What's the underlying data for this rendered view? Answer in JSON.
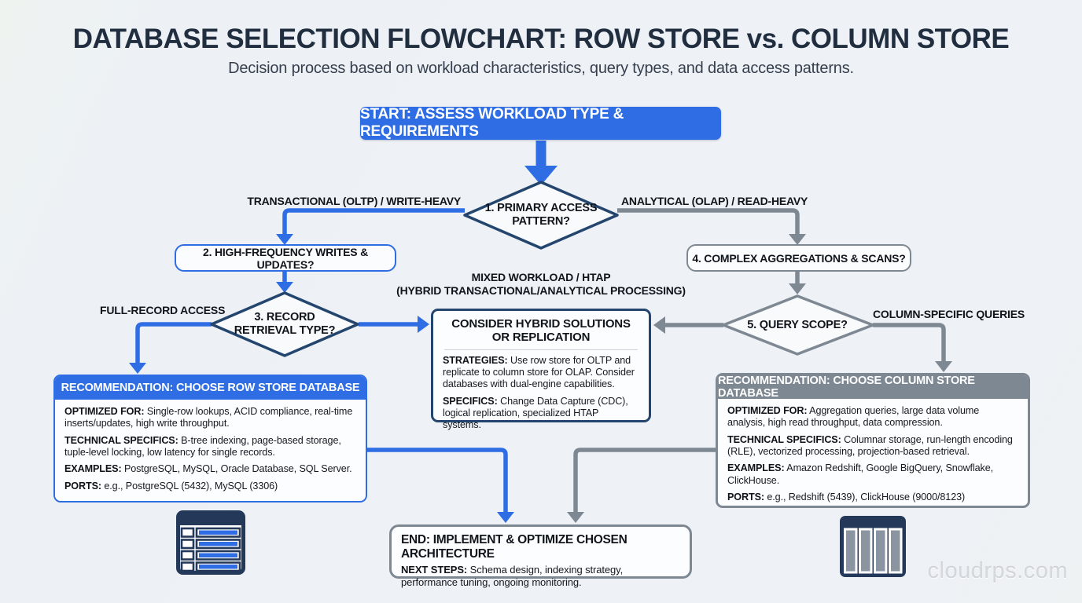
{
  "page": {
    "title": "DATABASE SELECTION FLOWCHART: ROW STORE vs. COLUMN STORE",
    "subtitle": "Decision process based on workload characteristics, query types, and data access patterns.",
    "watermark": "cloudrps.com"
  },
  "colors": {
    "blue": "#2e6de4",
    "navy": "#24466e",
    "gray": "#7e8893",
    "background": "#edf1f5"
  },
  "icons": {
    "left": "row-store-table-icon",
    "right": "column-store-table-icon"
  },
  "nodes": {
    "start": {
      "label": "START: ASSESS WORKLOAD TYPE & REQUIREMENTS"
    },
    "d1": {
      "line1": "1. PRIMARY ACCESS",
      "line2": "PATTERN?"
    },
    "q2": {
      "label": "2. HIGH-FREQUENCY WRITES & UPDATES?"
    },
    "q4": {
      "label": "4. COMPLEX AGGREGATIONS & SCANS?"
    },
    "d3": {
      "line1": "3. RECORD",
      "line2": "RETRIEVAL TYPE?"
    },
    "d5": {
      "line1": "5. QUERY SCOPE?"
    },
    "hybrid": {
      "title_line1": "CONSIDER HYBRID SOLUTIONS",
      "title_line2": "OR REPLICATION",
      "items": [
        {
          "label": "STRATEGIES:",
          "text": " Use row store for OLTP and replicate to column store for OLAP. Consider databases with dual-engine capabilities."
        },
        {
          "label": "SPECIFICS:",
          "text": " Change Data Capture (CDC), logical replication, specialized HTAP systems."
        }
      ]
    },
    "row_store": {
      "header": "RECOMMENDATION: CHOOSE ROW STORE DATABASE",
      "items": [
        {
          "label": "OPTIMIZED FOR:",
          "text": " Single-row lookups, ACID compliance, real-time inserts/updates, high write throughput."
        },
        {
          "label": "TECHNICAL SPECIFICS:",
          "text": " B-tree indexing, page-based storage, tuple-level locking, low latency for single records."
        },
        {
          "label": "EXAMPLES:",
          "text": " PostgreSQL, MySQL, Oracle Database, SQL Server."
        },
        {
          "label": "PORTS:",
          "text": " e.g., PostgreSQL (5432), MySQL (3306)"
        }
      ]
    },
    "column_store": {
      "header": "RECOMMENDATION: CHOOSE COLUMN STORE DATABASE",
      "items": [
        {
          "label": "OPTIMIZED FOR:",
          "text": " Aggregation queries, large data volume analysis, high read throughput, data compression."
        },
        {
          "label": "TECHNICAL SPECIFICS:",
          "text": " Columnar storage, run-length encoding (RLE), vectorized processing, projection-based retrieval."
        },
        {
          "label": "EXAMPLES:",
          "text": " Amazon Redshift, Google BigQuery, Snowflake, ClickHouse."
        },
        {
          "label": "PORTS:",
          "text": " e.g., Redshift (5439), ClickHouse (9000/8123)"
        }
      ]
    },
    "end": {
      "title": "END: IMPLEMENT & OPTIMIZE CHOSEN ARCHITECTURE",
      "items": [
        {
          "label": "NEXT STEPS:",
          "text": " Schema design, indexing strategy, performance tuning, ongoing monitoring."
        }
      ]
    }
  },
  "edge_labels": {
    "oltp": "TRANSACTIONAL (OLTP) / WRITE-HEAVY",
    "olap": "ANALYTICAL (OLAP) / READ-HEAVY",
    "full_record": "FULL-RECORD ACCESS",
    "mixed_line1": "MIXED WORKLOAD / HTAP",
    "mixed_line2": "(HYBRID TRANSACTIONAL/ANALYTICAL PROCESSING)",
    "column_specific": "COLUMN-SPECIFIC QUERIES"
  }
}
